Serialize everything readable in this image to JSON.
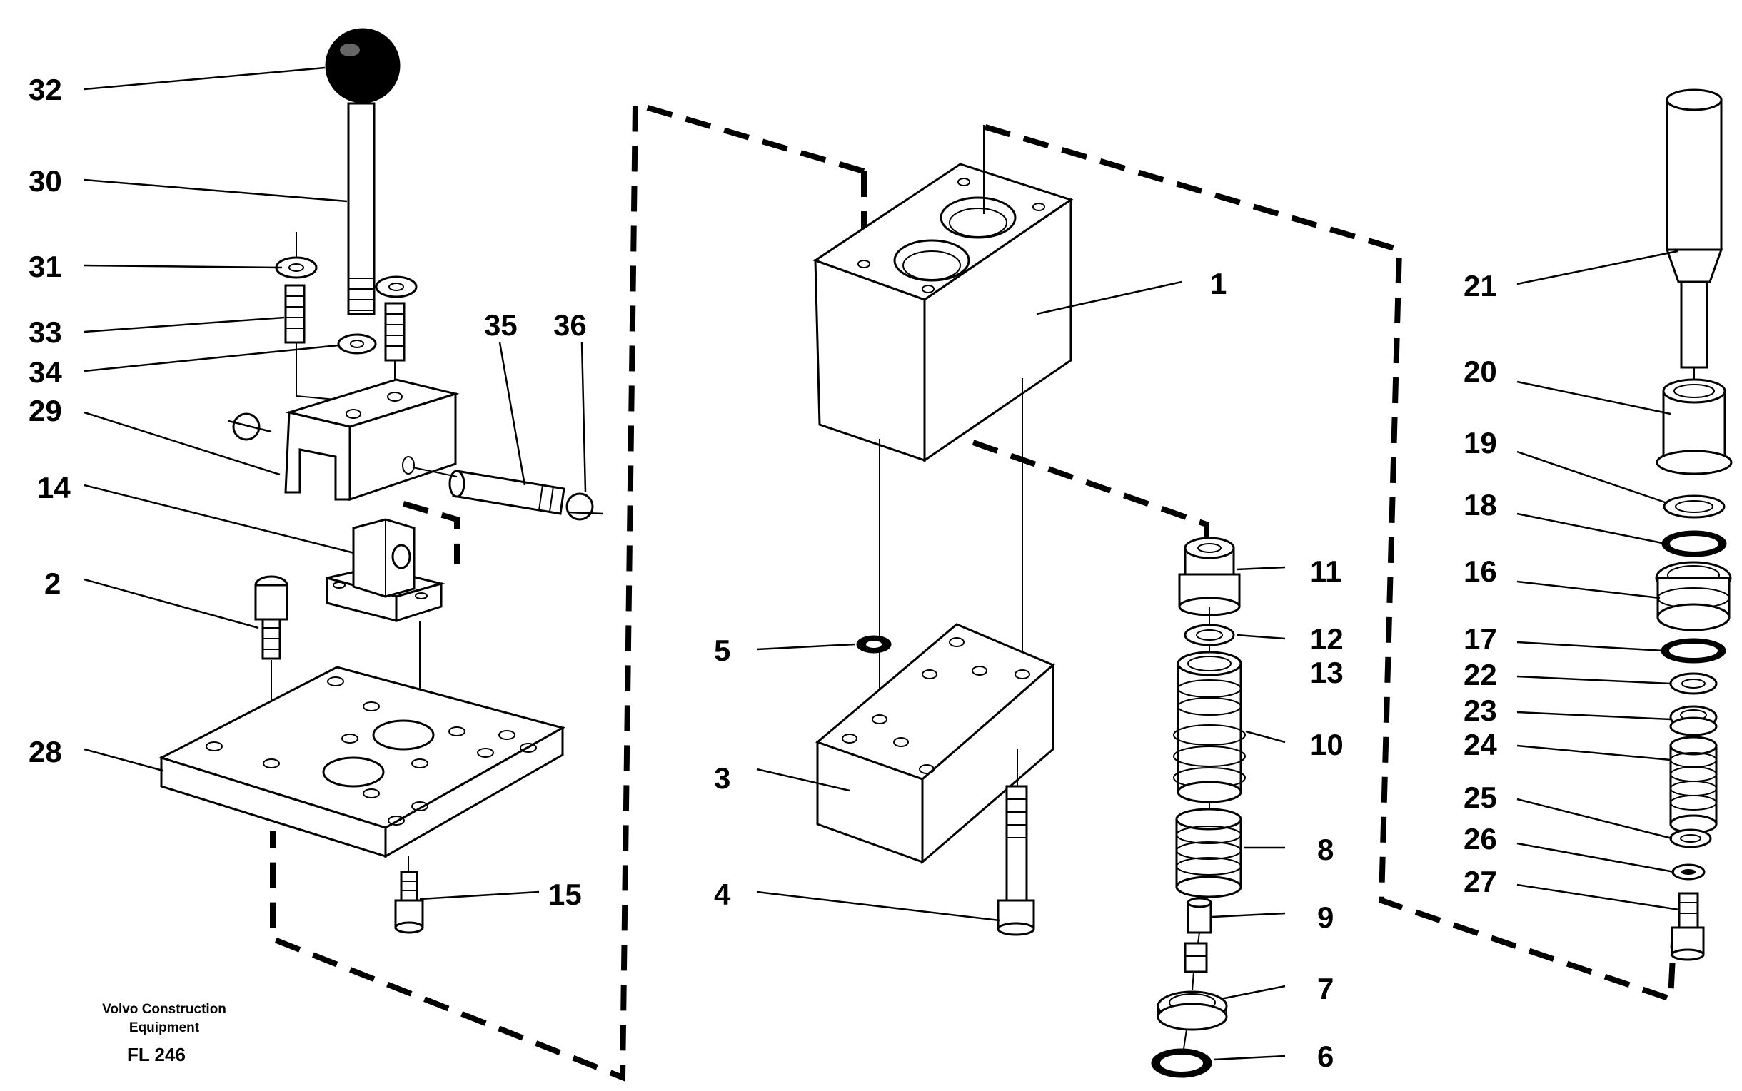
{
  "caption": {
    "line1": "Volvo Construction",
    "line2": "Equipment",
    "code": "FL 246"
  },
  "labels": {
    "p1": "1",
    "p2": "2",
    "p3": "3",
    "p4": "4",
    "p5": "5",
    "p6": "6",
    "p7": "7",
    "p8": "8",
    "p9": "9",
    "p10": "10",
    "p11": "11",
    "p12": "12",
    "p13": "13",
    "p14": "14",
    "p15": "15",
    "p16": "16",
    "p17": "17",
    "p18": "18",
    "p19": "19",
    "p20": "20",
    "p21": "21",
    "p22": "22",
    "p23": "23",
    "p24": "24",
    "p25": "25",
    "p26": "26",
    "p27": "27",
    "p28": "28",
    "p29": "29",
    "p30": "30",
    "p31": "31",
    "p32": "32",
    "p33": "33",
    "p34": "34",
    "p35": "35",
    "p36": "36"
  }
}
